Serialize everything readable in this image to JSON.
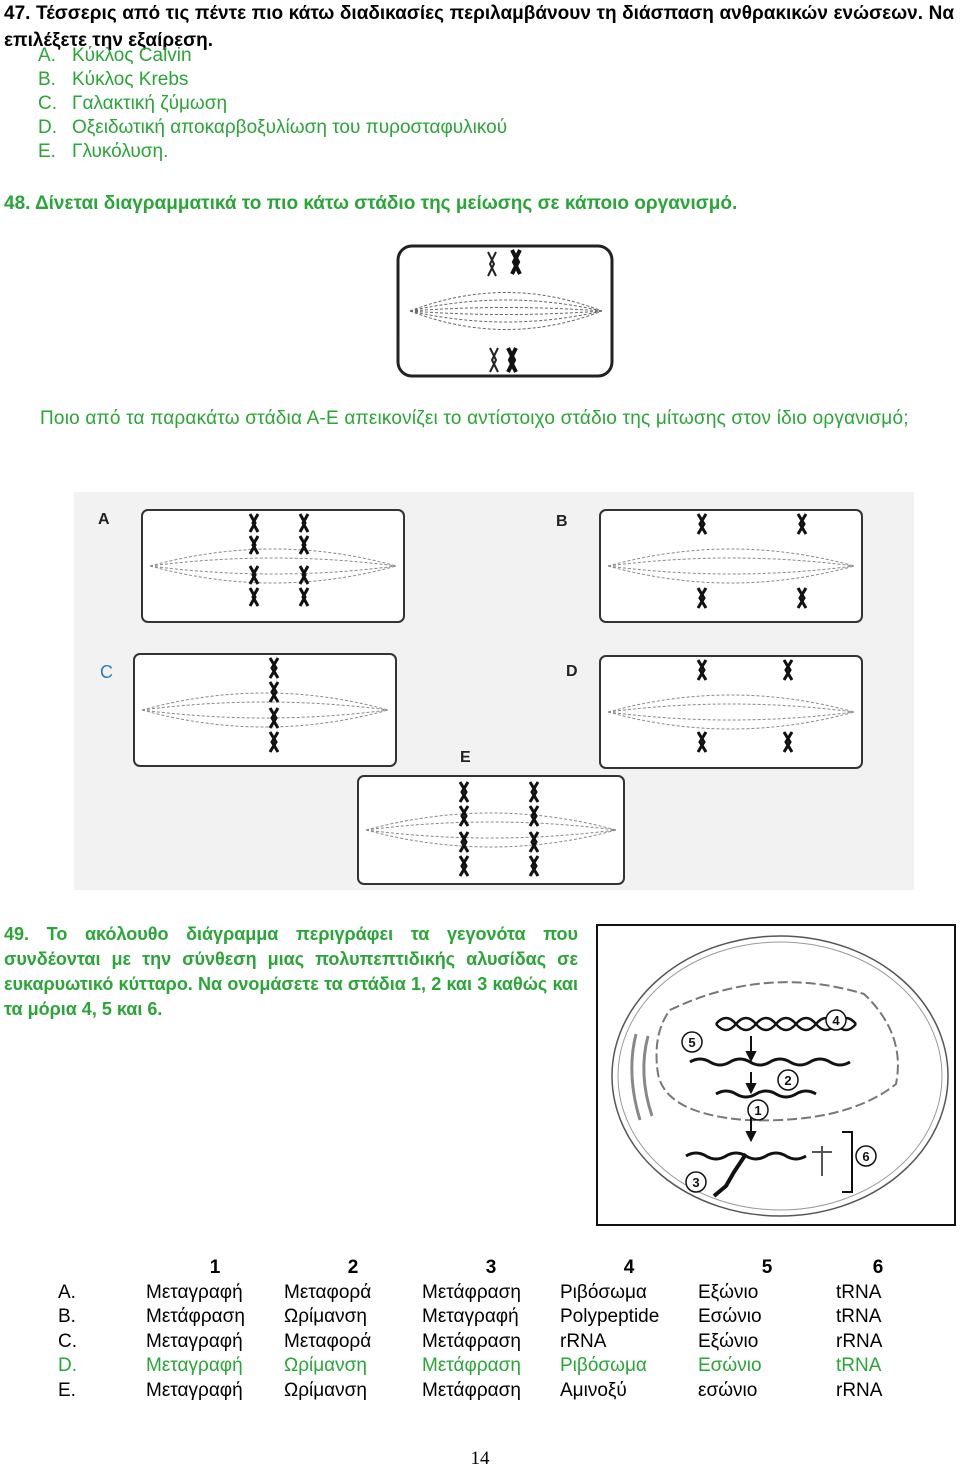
{
  "q47": {
    "number": "47.",
    "text": "Τέσσερις από τις πέντε πιο κάτω διαδικασίες περιλαμβάνουν τη διάσπαση ανθρακικών ενώσεων. Να επιλέξετε την εξαίρεση.",
    "options": [
      {
        "letter": "A.",
        "text": "Κύκλος Calvin"
      },
      {
        "letter": "B.",
        "text": "Κύκλος Krebs"
      },
      {
        "letter": "C.",
        "text": "Γαλακτική ζύμωση"
      },
      {
        "letter": "D.",
        "text": "Οξειδωτική αποκαρβοξυλίωση του πυροσταφυλικού"
      },
      {
        "letter": "E.",
        "text": "Γλυκόλυση."
      }
    ]
  },
  "q48": {
    "number": "48.",
    "text": "Δίνεται διαγραμματικά το πιο κάτω στάδιο της μείωσης σε κάποιο οργανισμό.",
    "subquestion": "Ποιο από τα παρακάτω στάδια Α-Ε απεικονίζει το αντίστοιχο στάδιο της μίτωσης στον ίδιο οργανισμό;",
    "figure_labels": [
      "A",
      "B",
      "C",
      "D",
      "E"
    ]
  },
  "q49": {
    "number": "49.",
    "text": "Το ακόλουθο διάγραμμα περιγράφει τα γεγονότα που συνδέονται με την σύνθεση μιας πολυπεπτιδικής αλυσίδας σε ευκαρυωτικό κύτταρο. Να ονομάσετε τα στάδια 1, 2 και 3 καθώς και τα μόρια 4, 5 και 6.",
    "diagram_labels": [
      "1",
      "2",
      "3",
      "4",
      "5",
      "6"
    ]
  },
  "table": {
    "headers": [
      "",
      "1",
      "2",
      "3",
      "4",
      "5",
      "6"
    ],
    "rows": [
      {
        "label": "A.",
        "cells": [
          "Μεταγραφή",
          "Μεταφορά",
          "Μετάφραση",
          "Ριβόσωμα",
          "Εξώνιο",
          "tRNA"
        ]
      },
      {
        "label": "B.",
        "cells": [
          "Μετάφραση",
          "Ωρίμανση",
          "Μεταγραφή",
          "Polypeptide",
          "Εσώνιο",
          "tRNA"
        ]
      },
      {
        "label": "C.",
        "cells": [
          "Μεταγραφή",
          "Μεταφορά",
          "Μετάφραση",
          "rRNA",
          "Εξώνιο",
          "rRNA"
        ]
      },
      {
        "label": "D.",
        "cells": [
          "Μεταγραφή",
          "Ωρίμανση",
          "Μετάφραση",
          "Ριβόσωμα",
          "Εσώνιο",
          "tRNA"
        ]
      },
      {
        "label": "E.",
        "cells": [
          "Μεταγραφή",
          "Ωρίμανση",
          "Μετάφραση",
          "Αμινοξύ",
          "εσώνιο",
          "rRNA"
        ]
      }
    ]
  },
  "page_number": "14",
  "colors": {
    "highlight": "#2aa537",
    "text": "#000000"
  }
}
